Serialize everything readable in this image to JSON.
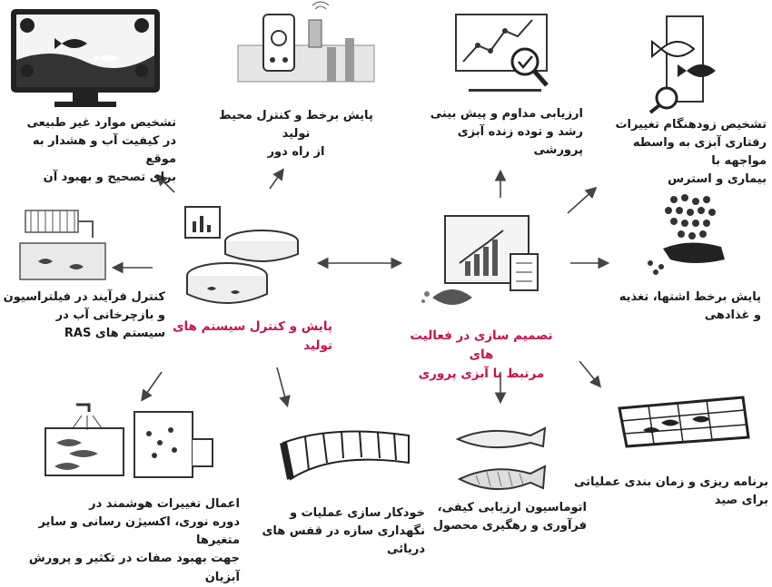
{
  "hubs": {
    "left": "پایش و کنترل سیستم های تولید",
    "right_line1": "تصمیم سازی در فعالیت های",
    "right_line2": "مرتبط با آبزی پروری"
  },
  "nodes": {
    "water_quality": [
      "تشخیص موارد غیر طبیعی",
      "در کیفیت آب و هشدار به موقع",
      "برای تصحیح و بهبود آن"
    ],
    "remote_env": [
      "پایش برخط و کنترل محیط تولید",
      "از راه دور"
    ],
    "growth_assessment": [
      "ارزیابی مداوم و پیش بینی",
      "رشد و توده زنده آبزی پرورشی"
    ],
    "behavior_detection": [
      "تشخیص زودهنگام تغییرات",
      "رفتاری آبزی به واسطه مواجهه با",
      "بیماری و استرس"
    ],
    "ras_control": [
      "کنترل فرآیند در فیلتراسیون",
      "و بازچرخانی آب در",
      "سیستم های RAS"
    ],
    "appetite_feeding": [
      "پایش برخط اشتها، تغذیه",
      "و غذادهی"
    ],
    "smart_changes": [
      "اعمال تغییرات هوشمند در",
      "دوره نوری، اکسیژن رسانی و سایر متغیرها",
      "جهت بهبود صفات در تکثیر و پرورش آبزیان"
    ],
    "cage_automation": [
      "خودکار سازی عملیات و",
      "نگهداری سازه در قفس های دریائی"
    ],
    "quality_traceability": [
      "اتوماسیون ارزیابی کیفی،",
      "فرآوری و رهگیری محصول"
    ],
    "harvest_planning": [
      "برنامه ریزی و زمان بندی عملیاتی",
      "برای صید"
    ]
  },
  "icons": {
    "water_quality": "monitor-fish-ph-icon",
    "remote_env": "phone-control-icon",
    "growth_assessment": "chart-magnifier-icon",
    "behavior_detection": "fish-magnifier-icon",
    "ras_control": "filtration-tank-icon",
    "appetite_feeding": "feeding-hand-icon",
    "smart_changes": "tank-sprinkler-icon",
    "cage_automation": "sea-cage-icon",
    "quality_traceability": "fish-fillet-icon",
    "harvest_planning": "harvest-net-icon",
    "left_hub": "tanks-dashboard-icon",
    "right_hub": "analytics-board-icon"
  },
  "colors": {
    "hub_text": "#c8124c",
    "arrow": "#444444",
    "icon": "#333333"
  }
}
